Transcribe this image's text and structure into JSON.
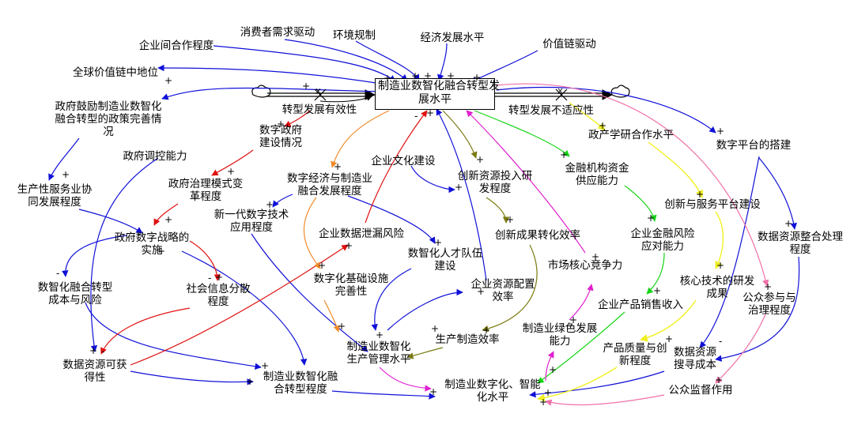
{
  "nodes": {
    "stock": "制造业数智化融合转型发\n展水平",
    "consumer_demand": "消费者需求驱动",
    "env_regulation": "环境规制",
    "economic_level": "经济发展水平",
    "value_chain_driver": "价值链驱动",
    "inter_firm_coop": "企业间合作程度",
    "gvc_position": "全球价值链中地位",
    "gov_policy": "政府鼓励制造业数智化\n融合转型的政策完善情\n况",
    "inflow": "转型发展有效性",
    "outflow": "转型发展不适应性",
    "digital_gov": "数字政府\n建设情况",
    "gov_control": "政府调控能力",
    "gov_mode_change": "政府治理模式变\n革程度",
    "psi_coop": "生产性服务业协\n同发展程度",
    "gov_digital_strategy": "政府数字战略的\n实施",
    "dig_cost_risk": "数智化融合转型\n成本与风险",
    "social_info": "社会信息分散\n程度",
    "data_access": "数据资源可获\n得性",
    "mfg_transform_degree": "制造业数智化融\n合转型程度",
    "digital_econ_fusion": "数字经济与制造业\n融合发展程度",
    "new_digital_tech": "新一代数字技术\n应用程度",
    "data_leak": "企业数据泄漏风险",
    "digital_infra": "数字化基础设施\n完善性",
    "enterprise_culture": "企业文化建设",
    "innov_input": "创新资源投入研\n发程度",
    "talent": "数智化人才队伍\n建设",
    "innov_conversion": "创新成果转化效率",
    "resource_alloc": "企业资源配置\n效率",
    "mfg_mgmt": "制造业数智化\n生产管理水平",
    "prod_efficiency": "生产制造效率",
    "market_comp": "市场核心竞争力",
    "green_dev": "制造业绿色发展\n能力",
    "mfg_digital_level": "制造业数字化、智能\n化水平",
    "finance_supply": "金融机构资金\n供应能力",
    "iur_coop": "政产学研合作水平",
    "innov_service_platform": "创新与服务平台建设",
    "finance_risk": "企业金融风险\n应对能力",
    "sales_income": "企业产品销售收入",
    "core_tech": "核心技术的研发\n成果",
    "quality_innov": "产品质量与创\n新程度",
    "digital_platform": "数字平台的搭建",
    "data_integration": "数据资源整合处理\n程度",
    "public_participation": "公众参与与\n治理程度",
    "data_search_cost": "数据资源\n搜寻成本",
    "public_supervision": "公众监督作用"
  },
  "signs": {
    "plus": "+",
    "minus": "-",
    "valve": "X"
  },
  "colors": {
    "blue": "#1010d8",
    "red": "#e01010",
    "orange": "#f08a2a",
    "olive": "#7a7a10",
    "green": "#18d418",
    "magenta": "#e020d0",
    "pink": "#f070a8",
    "yellow": "#f0f020",
    "black": "#000000"
  }
}
